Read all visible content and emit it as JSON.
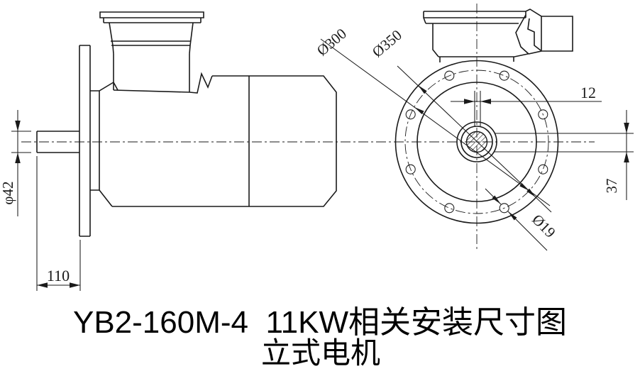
{
  "drawing": {
    "title_line1": "YB2-160M-4  11KW相关安装尺寸图",
    "title_line2": "立式电机",
    "motor_model": "YB2-160M-4",
    "motor_power": "11KW",
    "dimensions": {
      "shaft_diameter": "φ42",
      "shaft_extension_length": "110",
      "flange_outer_diameter": "Ø350",
      "bolt_circle_diameter": "Ø300",
      "bolt_hole_diameter": "Ø19",
      "keyway_width": "12",
      "keyway_height": "37"
    },
    "colors": {
      "line": "#1a1a1a",
      "background": "#ffffff",
      "title": "#000000"
    }
  }
}
